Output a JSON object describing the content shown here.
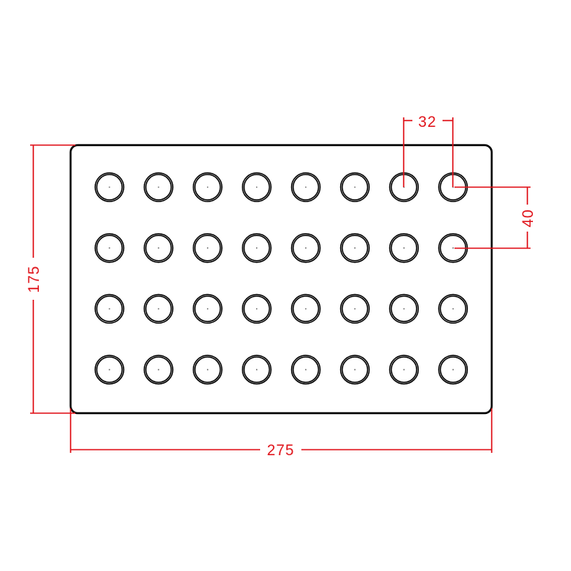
{
  "drawing": {
    "plate": {
      "width_mm": 275,
      "height_mm": 175,
      "rows": 4,
      "columns": 8
    },
    "holes": {
      "pitch_x_mm": 32,
      "pitch_y_mm": 40
    },
    "dimensions": {
      "width_label": "275",
      "height_label": "175",
      "pitch_x_label": "32",
      "pitch_y_label": "40"
    },
    "colors": {
      "dimension": "#e0141b",
      "outline": "#000000"
    }
  }
}
